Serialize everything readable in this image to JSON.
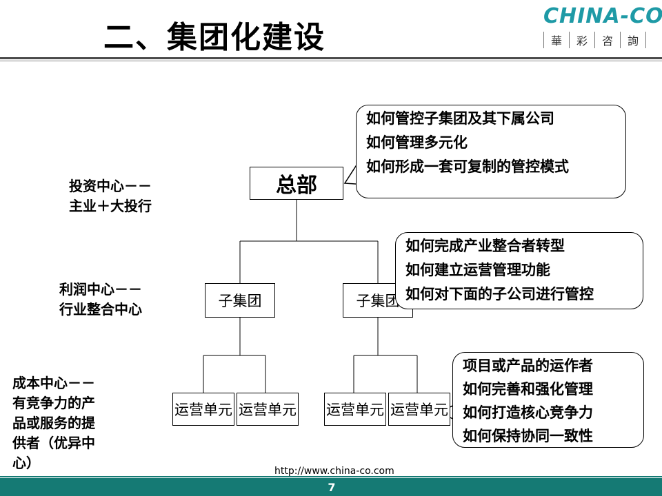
{
  "title": "二、集团化建设",
  "logo": {
    "brand": "CHINA-CO",
    "chars": [
      "華",
      "彩",
      "咨",
      "詢"
    ]
  },
  "diagram": {
    "hq": "总部",
    "groups": [
      "子集团",
      "子集团"
    ],
    "units": [
      "运营单元",
      "运营单元",
      "运营单元",
      "运营单元"
    ],
    "callouts": [
      [
        "如何管控子集团及其下属公司",
        "如何管理多元化",
        "如何形成一套可复制的管控模式"
      ],
      [
        "如何完成产业整合者转型",
        "如何建立运营管理功能",
        "如何对下面的子公司进行管控"
      ],
      [
        "项目或产品的运作者",
        "如何完善和强化管理",
        "如何打造核心竞争力",
        "如何保持协同一致性"
      ]
    ],
    "side_labels": [
      [
        "投资中心－－",
        "主业＋大投行"
      ],
      [
        "利润中心－－",
        "行业整合中心"
      ],
      [
        "成本中心－－",
        "有竞争力的产",
        "品或服务的提",
        "供者（优异中",
        "心）"
      ]
    ]
  },
  "footer": {
    "url": "http://www.china-co.com",
    "page": "7"
  }
}
